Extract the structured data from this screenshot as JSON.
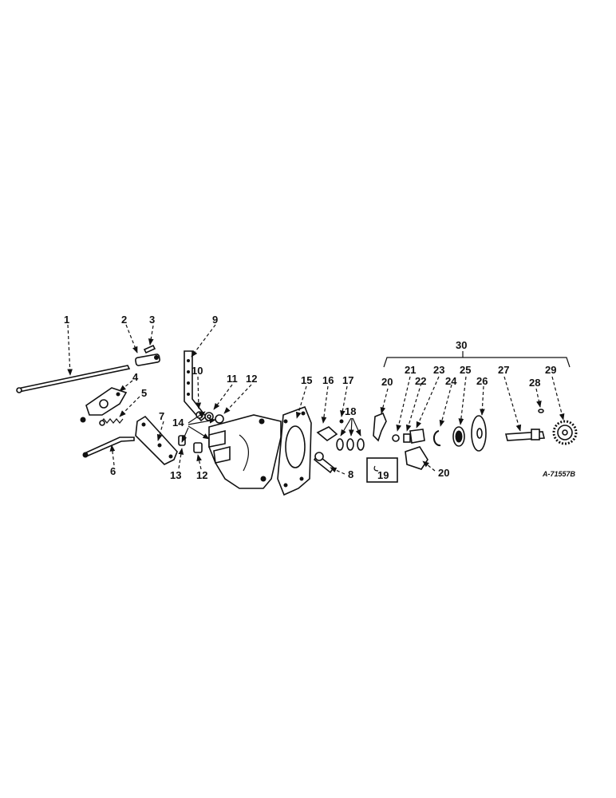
{
  "diagram": {
    "drawing_number": "A-71557B",
    "callouts": [
      "1",
      "2",
      "3",
      "4",
      "5",
      "6",
      "7",
      "8",
      "9",
      "10",
      "11",
      "12",
      "12",
      "13",
      "14",
      "15",
      "16",
      "17",
      "18",
      "19",
      "20",
      "20",
      "21",
      "22",
      "23",
      "24",
      "25",
      "26",
      "27",
      "28",
      "29",
      "30"
    ]
  }
}
